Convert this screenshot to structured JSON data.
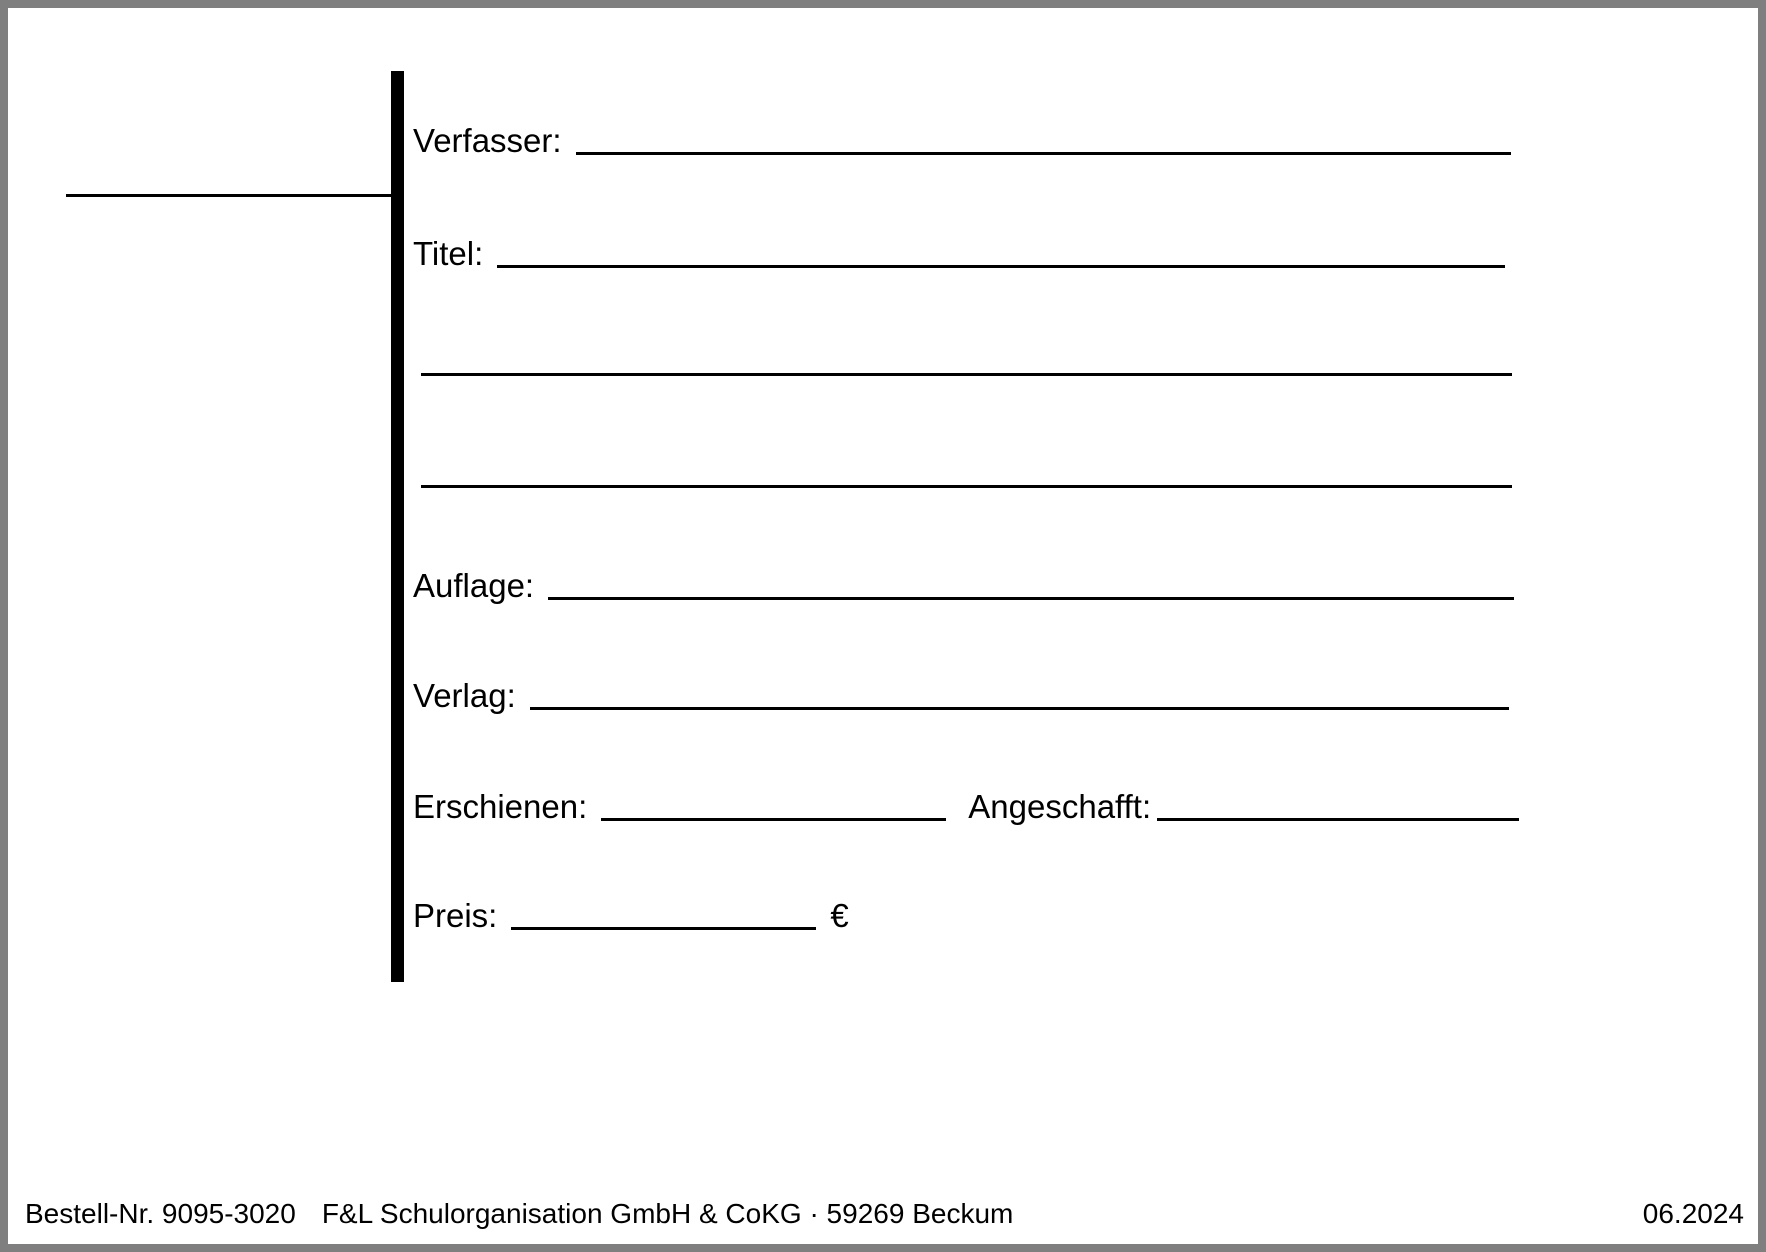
{
  "document": {
    "type": "buchkarte-formular",
    "language": "de"
  },
  "colors": {
    "frame": "#7f7f7f",
    "page": "#ffffff",
    "ink": "#000000"
  },
  "form": {
    "fields": [
      {
        "label": "Verfasser:",
        "value": "",
        "rule_width": 935
      },
      {
        "label": "Titel:",
        "value": "",
        "rule_width": 1008
      },
      {
        "label": "Auflage:",
        "value": "",
        "rule_width": 966
      },
      {
        "label": "Verlag:",
        "value": "",
        "rule_width": 979
      },
      {
        "label": "Erschienen:",
        "value": "",
        "rule_width": 345
      },
      {
        "label": "Angeschafft:",
        "value": "",
        "rule_width": 362
      },
      {
        "label": "Preis:",
        "value": "",
        "rule_width": 305
      }
    ],
    "titel_extra_lines": 2,
    "currency_symbol": "€"
  },
  "footer": {
    "order_number": "Bestell-Nr. 9095-3020",
    "company": "F&L Schulorganisation GmbH & CoKG · 59269 Beckum",
    "date": "06.2024"
  }
}
